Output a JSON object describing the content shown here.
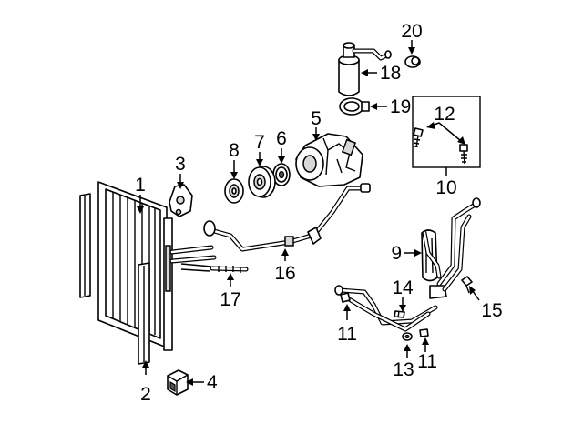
{
  "callouts": {
    "c1": "1",
    "c2": "2",
    "c3": "3",
    "c4": "4",
    "c5": "5",
    "c6": "6",
    "c7": "7",
    "c8": "8",
    "c9": "9",
    "c10": "10",
    "c11a": "11",
    "c11b": "11",
    "c12": "12",
    "c13": "13",
    "c14": "14",
    "c15": "15",
    "c16": "16",
    "c17": "17",
    "c18": "18",
    "c19": "19",
    "c20": "20"
  }
}
